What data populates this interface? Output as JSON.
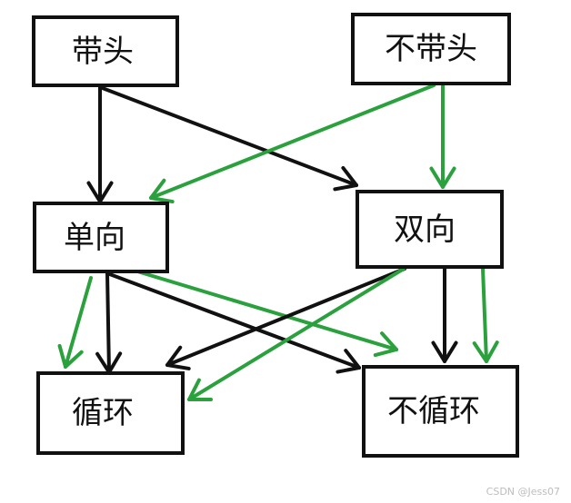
{
  "nodes": {
    "daitou": "带头",
    "budaitou": "不带头",
    "danxiang": "单向",
    "shuangxiang": "双向",
    "xunhuan": "循环",
    "buxunhuan": "不循环"
  },
  "edges": [
    {
      "from": "带头",
      "to": "单向",
      "color": "black"
    },
    {
      "from": "带头",
      "to": "双向",
      "color": "black"
    },
    {
      "from": "不带头",
      "to": "单向",
      "color": "green"
    },
    {
      "from": "不带头",
      "to": "双向",
      "color": "green"
    },
    {
      "from": "单向",
      "to": "循环",
      "color": "black"
    },
    {
      "from": "单向",
      "to": "不循环",
      "color": "black"
    },
    {
      "from": "单向",
      "to": "循环",
      "color": "green"
    },
    {
      "from": "单向",
      "to": "不循环",
      "color": "green"
    },
    {
      "from": "双向",
      "to": "循环",
      "color": "black"
    },
    {
      "from": "双向",
      "to": "不循环",
      "color": "black"
    },
    {
      "from": "双向",
      "to": "循环",
      "color": "green"
    },
    {
      "from": "双向",
      "to": "不循环",
      "color": "green"
    }
  ],
  "colors": {
    "black": "#111111",
    "green": "#2aa13d",
    "node_border": "#111111",
    "background": "#ffffff"
  },
  "watermark": "CSDN @Jess07"
}
